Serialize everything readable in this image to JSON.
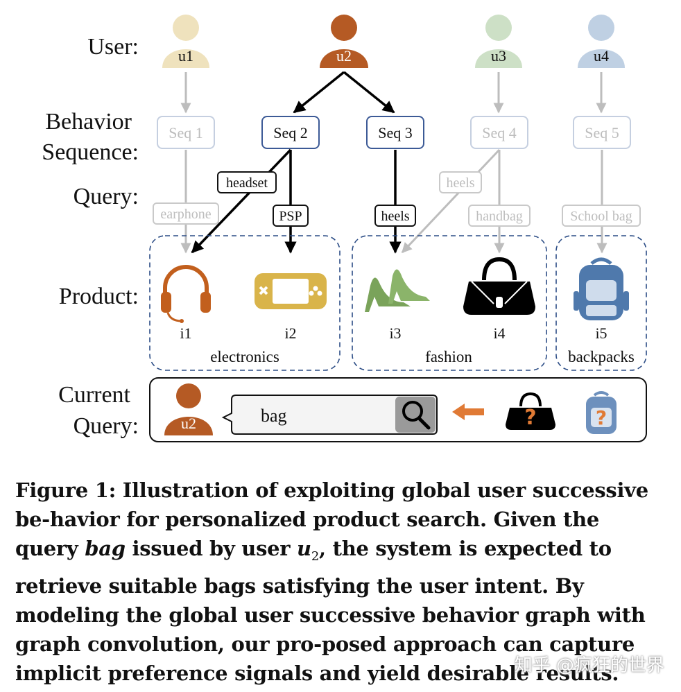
{
  "rows": {
    "user": "User:",
    "behavior_1": "Behavior",
    "behavior_2": "Sequence:",
    "query": "Query:",
    "product": "Product:",
    "current_1": "Current",
    "current_2": "Query:"
  },
  "users": [
    "u1",
    "u2",
    "u3",
    "u4"
  ],
  "user_colors": [
    "#efe2bd",
    "#b55a24",
    "#cde0c6",
    "#bfd0e3"
  ],
  "sequences": [
    "Seq 1",
    "Seq 2",
    "Seq 3",
    "Seq 4",
    "Seq 5"
  ],
  "query_labels": {
    "earphone": "earphone",
    "headset": "headset",
    "psp": "PSP",
    "heels_black": "heels",
    "heels_gray": "heels",
    "handbag": "handbag",
    "school_bag": "School bag"
  },
  "items": [
    "i1",
    "i2",
    "i3",
    "i4",
    "i5"
  ],
  "groups": [
    "electronics",
    "fashion",
    "backpacks"
  ],
  "current_query": {
    "user": "u2",
    "text": "bag"
  },
  "caption": {
    "part1": "Figure 1: Illustration of exploiting global user successive be-havior for personalized product search. Given the query ",
    "query_word": "bag",
    "part2": " issued by user ",
    "user_var": "u",
    "user_sub": "2",
    "part3": ", the system is expected to retrieve suitable bags satisfying the user intent. By modeling the global user successive behavior graph with graph convolution, our pro-posed approach can capture implicit preference signals and yield desirable results."
  },
  "watermark": "知乎 @疯狂的世界"
}
